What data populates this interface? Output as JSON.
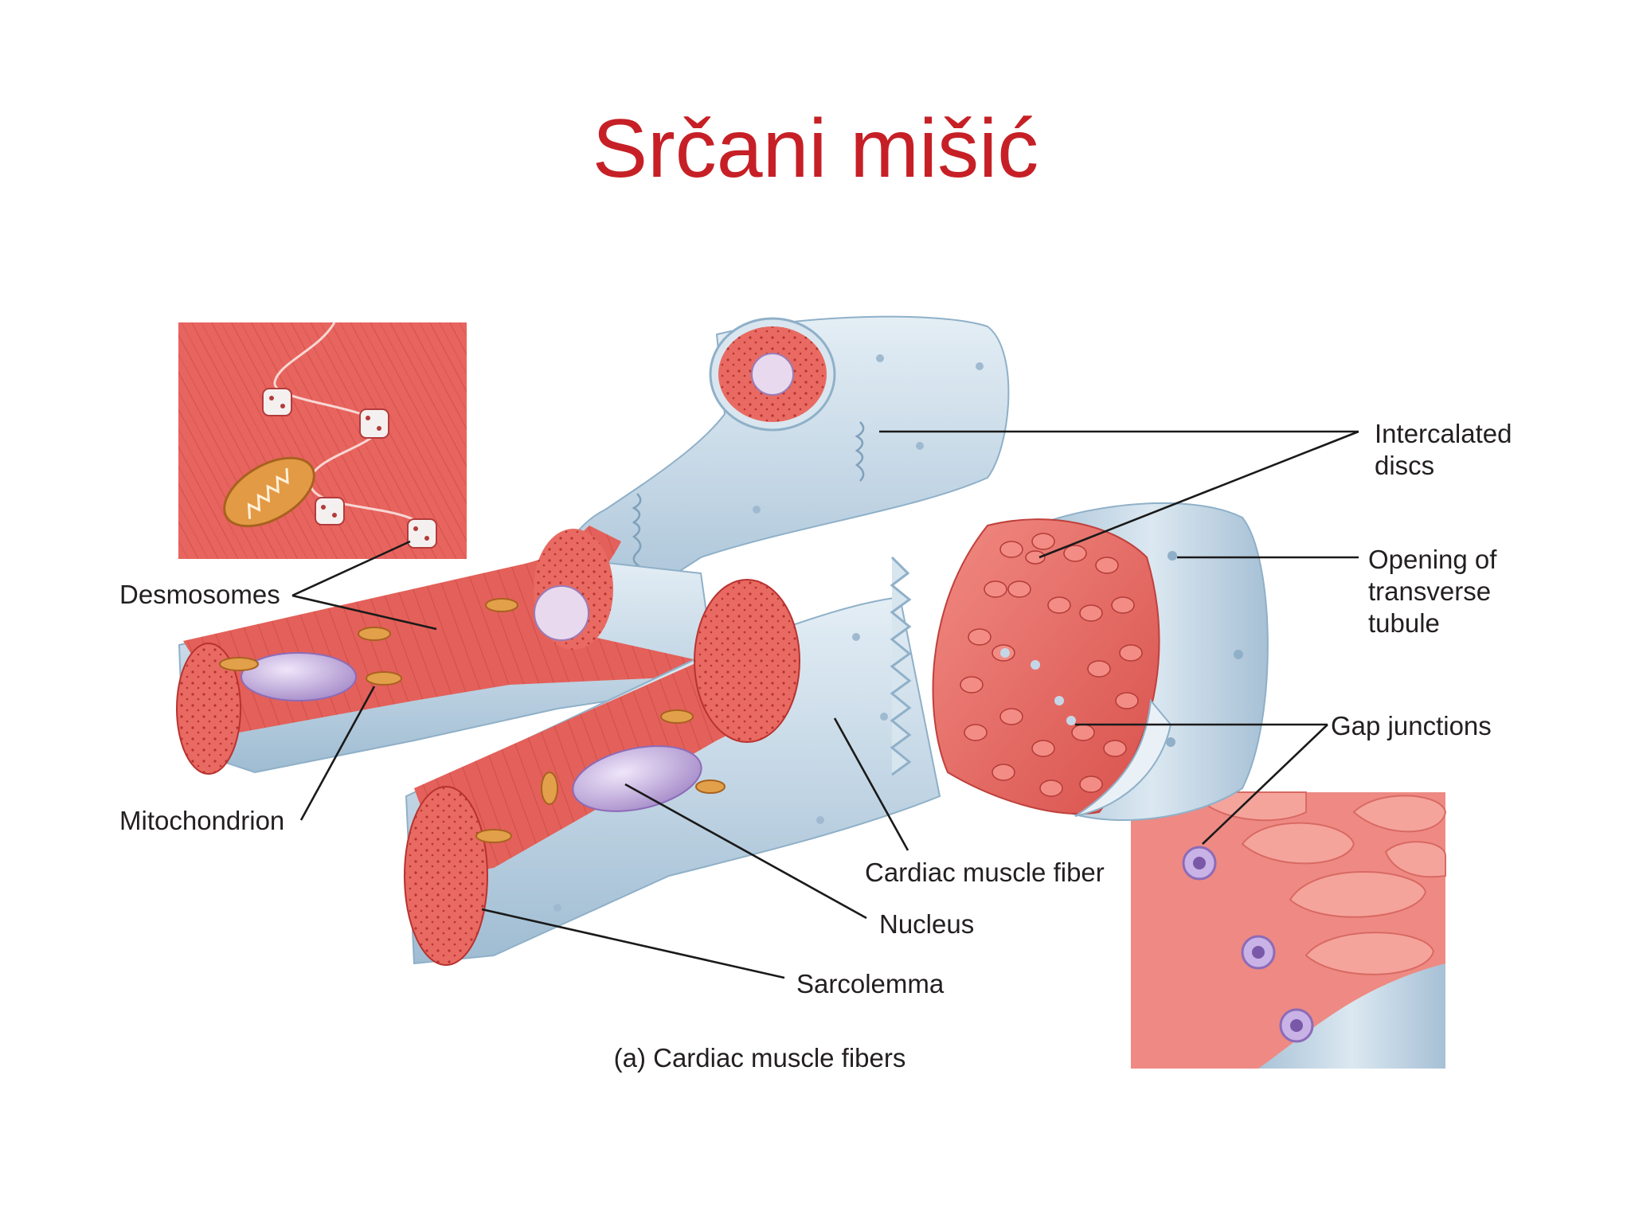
{
  "slide": {
    "title": "Srčani mišić"
  },
  "diagram": {
    "labels": {
      "desmosomes": "Desmosomes",
      "mitochondrion": "Mitochondrion",
      "intercalated_1": "Intercalated",
      "intercalated_2": "discs",
      "opening_1": "Opening of",
      "opening_2": "transverse",
      "opening_3": "tubule",
      "gap_junctions": "Gap junctions",
      "cardiac_fiber": "Cardiac muscle fiber",
      "nucleus": "Nucleus",
      "sarcolemma": "Sarcolemma"
    },
    "caption": "(a) Cardiac muscle fibers"
  },
  "colors": {
    "title": "#c62026",
    "muscle": "#e8655f",
    "membrane": "#c9dbe8",
    "nucleus": "#b9a3d6",
    "mitochondria": "#e2a04a"
  }
}
